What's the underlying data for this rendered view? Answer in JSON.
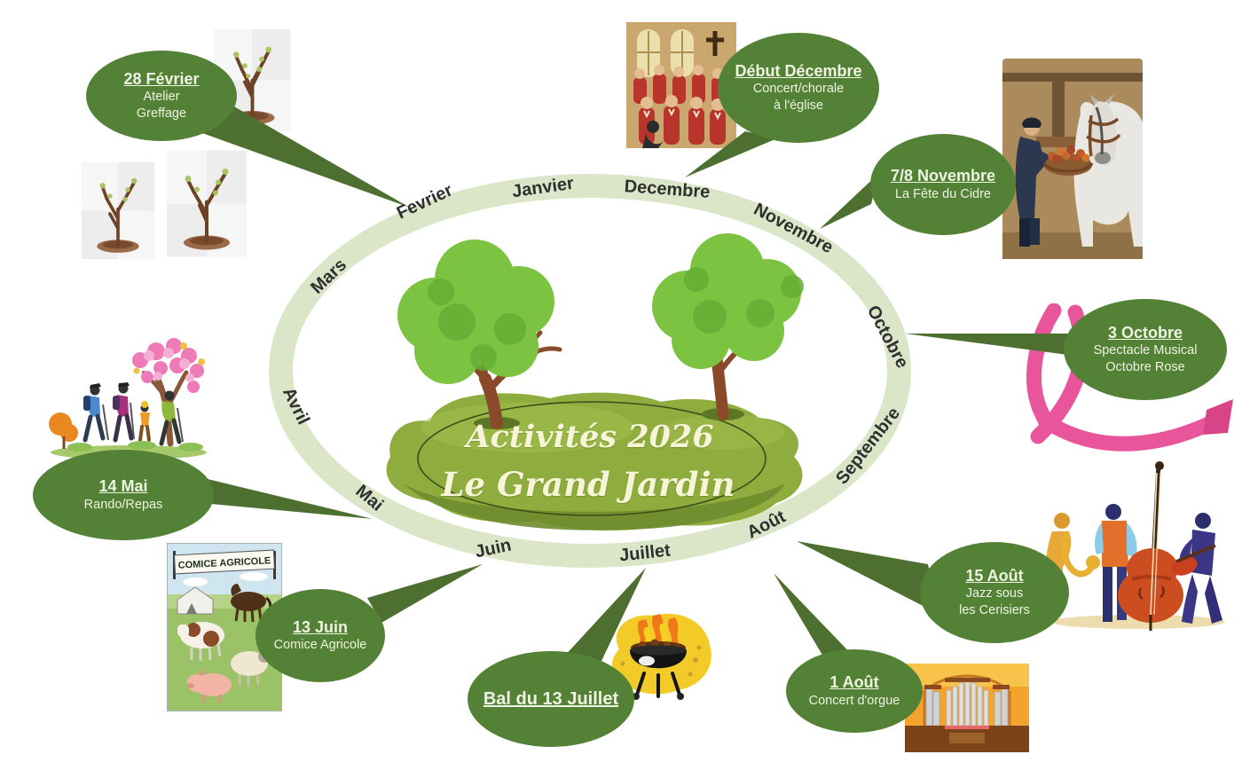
{
  "title": {
    "line1": "Activités 2026",
    "line2": "Le Grand Jardin"
  },
  "months": {
    "janvier": "Janvier",
    "fevrier": "Fevrier",
    "mars": "Mars",
    "avril": "Avril",
    "mai": "Mai",
    "juin": "Juin",
    "juillet": "Juillet",
    "aout": "Août",
    "septembre": "Septembre",
    "octobre": "Octobre",
    "novembre": "Novembre",
    "decembre": "Decembre"
  },
  "events": {
    "fev": {
      "date": "28 Février",
      "line1": "Atelier",
      "line2": "Greffage"
    },
    "dec": {
      "date": "Début Décembre",
      "line1": "Concert/chorale",
      "line2": "à l'église"
    },
    "nov": {
      "date": "7/8 Novembre",
      "line1": "La Fête du Cidre"
    },
    "oct": {
      "date": "3 Octobre",
      "line1": "Spectacle Musical",
      "line2": "Octobre Rose"
    },
    "aout15": {
      "date": "15 Août",
      "line1": "Jazz sous",
      "line2": "les Cerisiers"
    },
    "aout1": {
      "date": "1 Août",
      "line1": "Concert d'orgue"
    },
    "juil": {
      "date": "Bal du 13 Juillet"
    },
    "juin": {
      "date": "13 Juin",
      "line1": "Comice Agricole"
    },
    "mai": {
      "date": "14 Mai",
      "line1": "Rando/Repas"
    }
  },
  "poster": {
    "banner": "COMICE AGRICOLE"
  },
  "illustrations": {
    "saplings": "grafted young trees",
    "choir": "church choir in red robes",
    "cider": "man with apple basket and draft horse",
    "ribbon": "pink awareness ribbon",
    "jazz": "jazz trio with double bass and saxophone",
    "organ": "church organ pipes",
    "bbq": "barbecue grill with flames",
    "poster_farm": "agricultural fair poster with farm animals",
    "hikers": "hikers under blossoming cherry tree"
  },
  "colors": {
    "bubble_green": "#538135",
    "ring_green": "#dbe6c9",
    "mound_green": "#8fad3e",
    "tree_green": "#7cc342",
    "ribbon_pink": "#e8559a",
    "title_cream": "#f8f4d8"
  }
}
